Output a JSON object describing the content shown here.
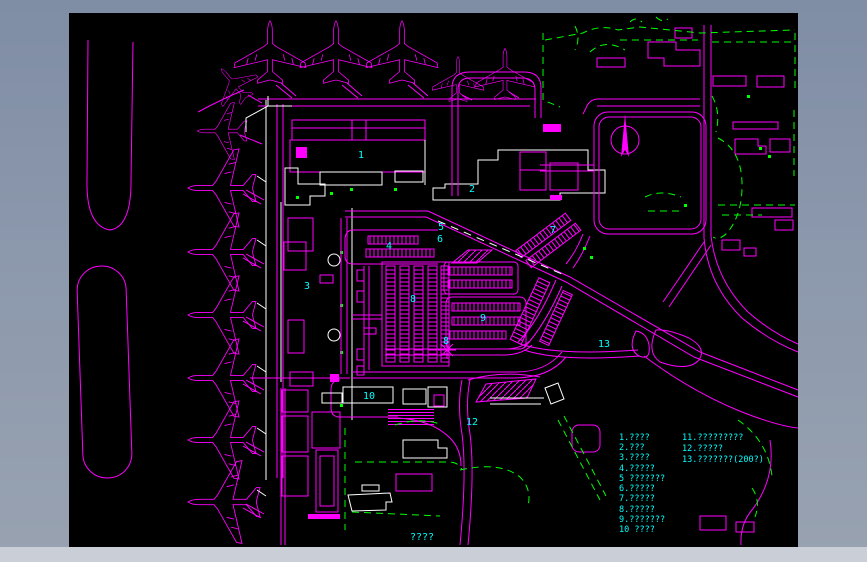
{
  "drawing_title": "????",
  "plan_labels": [
    "1",
    "2",
    "3",
    "4",
    "5",
    "6",
    "7",
    "8",
    "9",
    "8",
    "10",
    "12",
    "13"
  ],
  "legend": {
    "left": [
      "1.????",
      "2.???",
      "3.????",
      "4.?????",
      "5 ???????",
      "6.?????",
      "7.?????",
      "8.?????",
      "9.???????",
      "10 ????"
    ],
    "right": [
      "11.?????????",
      "12.?????",
      "13.???????(200?)"
    ]
  },
  "colors": {
    "canvas_background": "#000000",
    "workspace_background": "#8c98ac",
    "status_bar": "#c9ced7",
    "primary_lines": "#ff00ff",
    "secondary_lines": "#ffffff",
    "greenery_lines": "#00ff00",
    "label_text": "#00ffff"
  },
  "icons": {
    "airplane": "airplane-top-view-outline",
    "north_arrow": "needle-in-circle",
    "star_marker": "asterisk-cross"
  }
}
